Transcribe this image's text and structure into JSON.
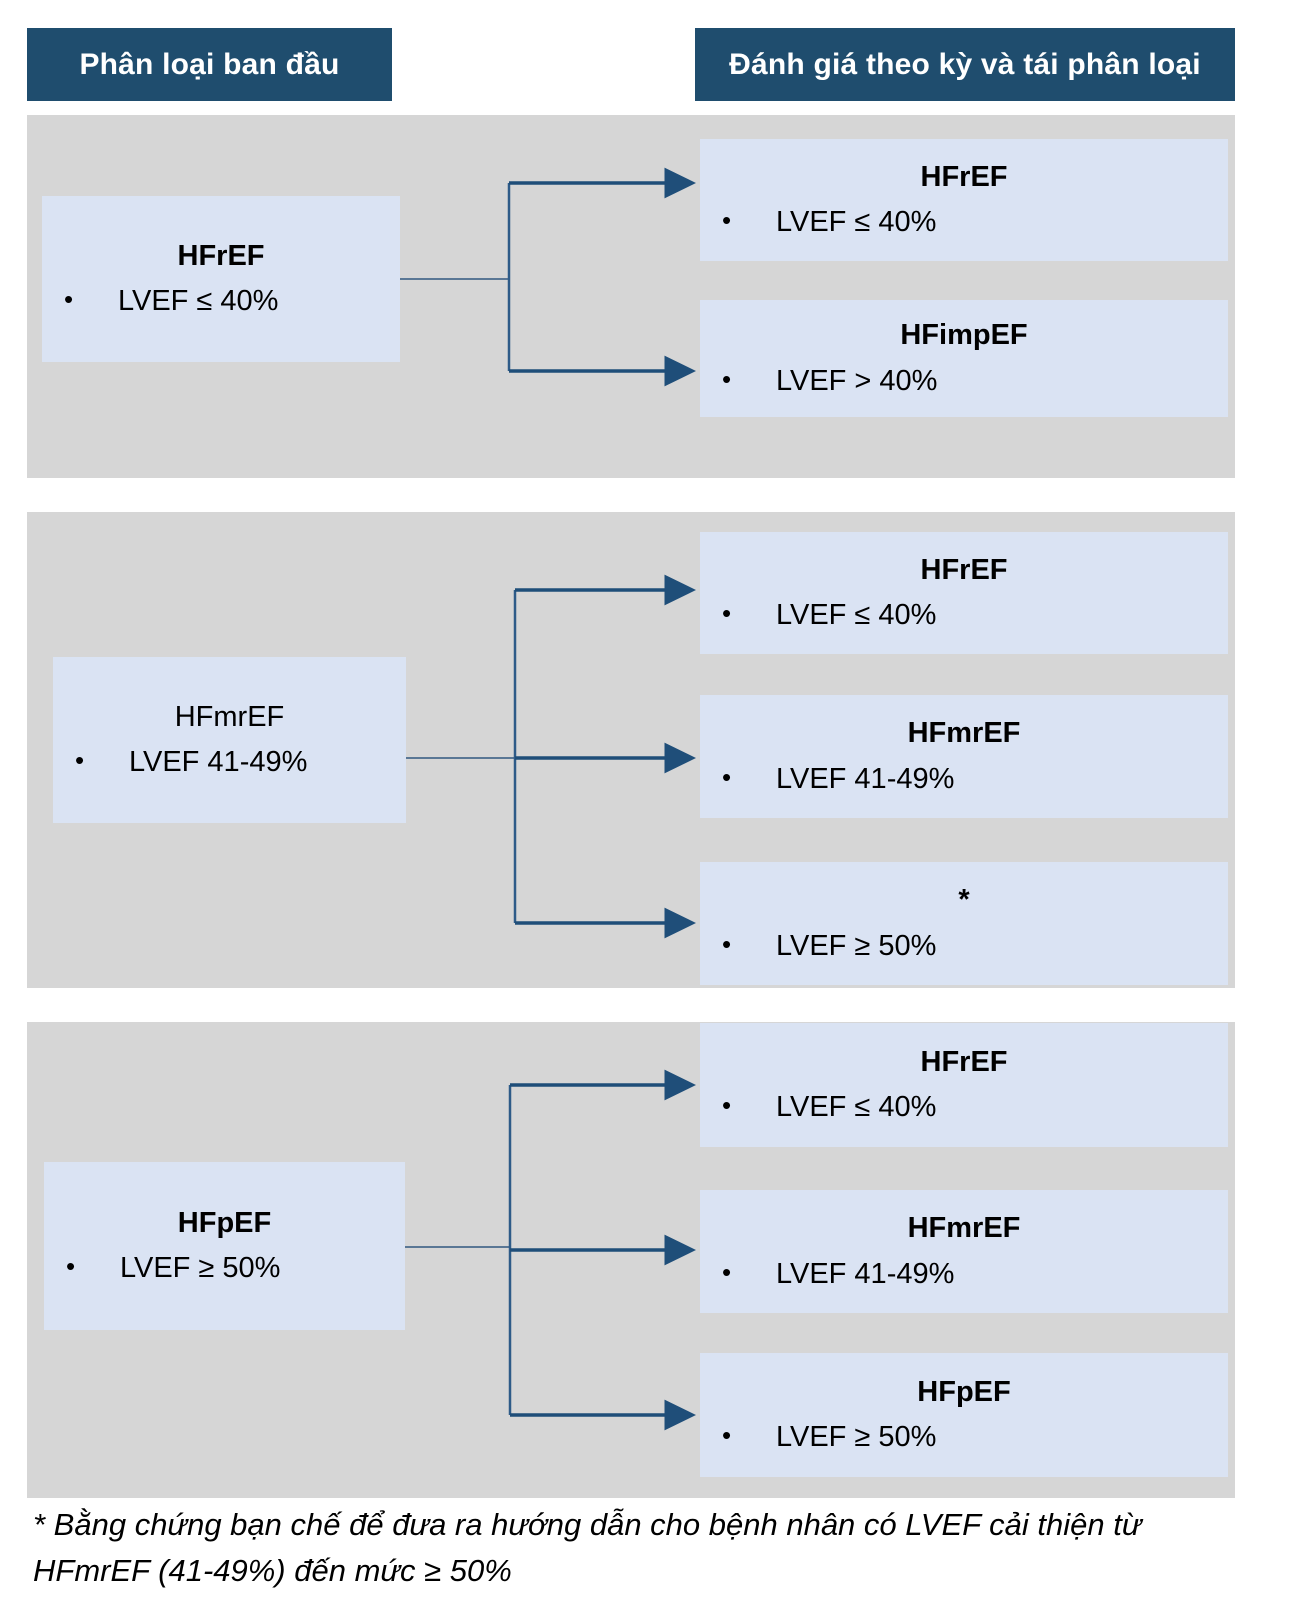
{
  "headers": {
    "left": "Phân loại ban đầu",
    "right": "Đánh giá theo kỳ và tái phân loại"
  },
  "bullet_char": "•",
  "sections": [
    {
      "source": {
        "title": "HFrEF",
        "bullet": "LVEF ≤ 40%"
      },
      "targets": [
        {
          "title": "HFrEF",
          "bullet": "LVEF ≤ 40%"
        },
        {
          "title": "HFimpEF",
          "bullet": "LVEF > 40%"
        }
      ]
    },
    {
      "source": {
        "title": "HFmrEF",
        "bullet": "LVEF 41-49%"
      },
      "targets": [
        {
          "title": "HFrEF",
          "bullet": "LVEF ≤ 40%"
        },
        {
          "title": "HFmrEF",
          "bullet": "LVEF 41-49%"
        },
        {
          "title": "*",
          "bullet": "LVEF ≥ 50%"
        }
      ]
    },
    {
      "source": {
        "title": "HFpEF",
        "bullet": "LVEF ≥ 50%"
      },
      "targets": [
        {
          "title": "HFrEF",
          "bullet": "LVEF ≤ 40%"
        },
        {
          "title": "HFmrEF",
          "bullet": "LVEF 41-49%"
        },
        {
          "title": "HFpEF",
          "bullet": "LVEF ≥ 50%"
        }
      ]
    }
  ],
  "footnote": "* Bằng chứng bạn chế để đưa ra hướng dẫn cho bệnh nhân có LVEF cải thiện từ HFmrEF (41-49%) đến mức ≥ 50%",
  "colors": {
    "header_bg": "#1F4D6E",
    "header_text": "#FFFFFF",
    "section_band_bg": "#D6D6D6",
    "box_bg": "#DAE3F3",
    "arrow": "#1F4E79",
    "thin_line": "#5A7795",
    "text": "#000000"
  }
}
